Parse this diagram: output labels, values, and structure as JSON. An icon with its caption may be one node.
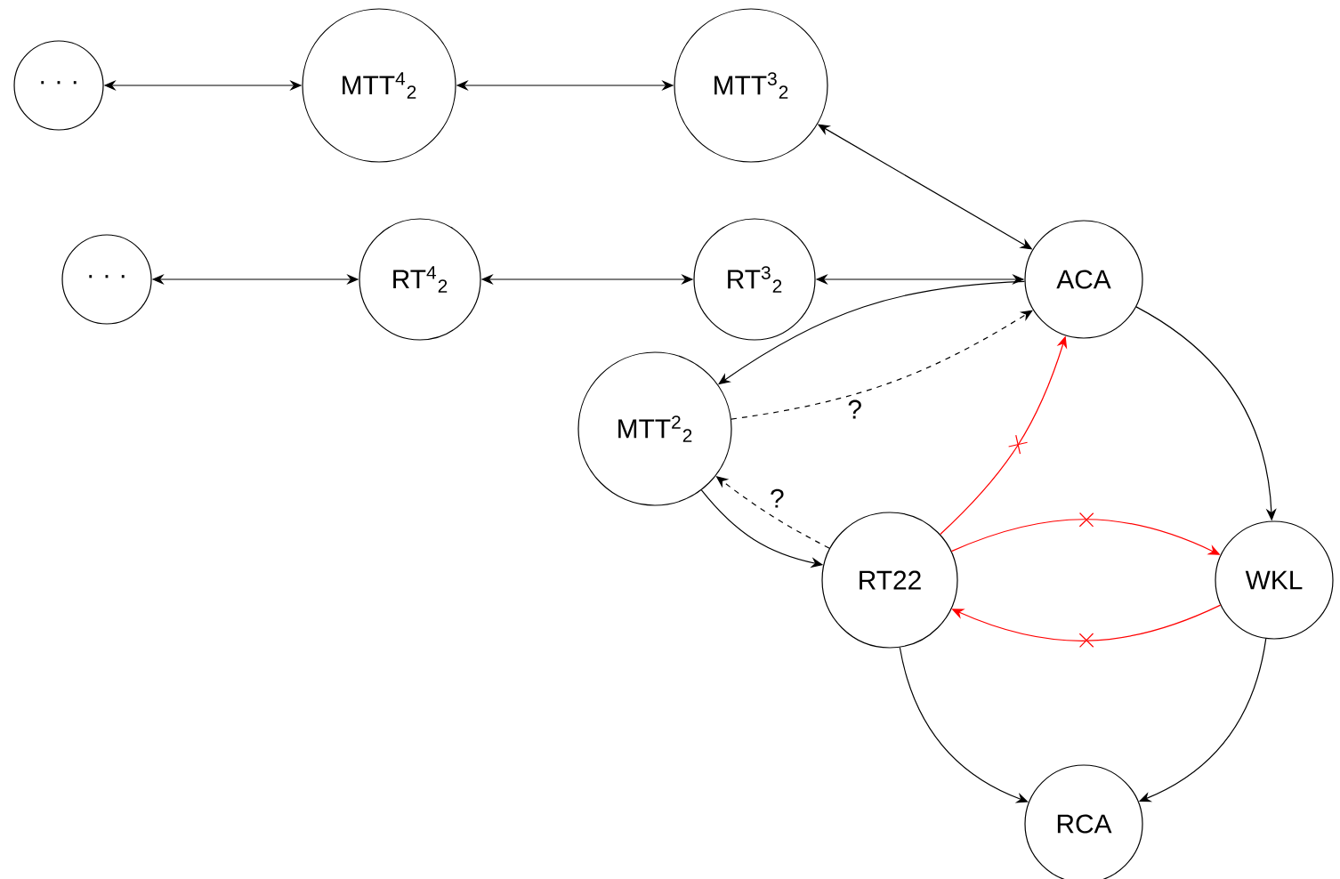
{
  "diagram": {
    "nodes": [
      {
        "text": [
          "· · ·"
        ]
      },
      {
        "text": [
          "MTT$^{4}$$_{2}$"
        ]
      },
      {
        "text": [
          "MTT$^{3}$$_{2}$"
        ]
      },
      {
        "text": [
          "· · ·"
        ]
      },
      {
        "text": [
          "RT$^{4}$$_{2}$"
        ]
      },
      {
        "text": [
          "RT$^{3}$$_{2}$"
        ]
      },
      {
        "text": [
          "ACA"
        ]
      },
      {
        "text": [
          "MTT$^{2}$$_{2}$"
        ]
      },
      {
        "text": [
          "RT22"
        ]
      },
      {
        "text": [
          "WKL"
        ]
      },
      {
        "text": [
          "RCA"
        ]
      }
    ],
    "edges": [
      {
        "from": 0,
        "to": 1,
        "arrow": "both"
      },
      {
        "from": 1,
        "to": 2,
        "arrow": "both"
      },
      {
        "from": 6,
        "to": 2,
        "arrow": "both"
      },
      {
        "from": 3,
        "to": 4,
        "arrow": "both"
      },
      {
        "from": 4,
        "to": 5,
        "arrow": "both"
      },
      {
        "from": 5,
        "to": 6,
        "arrow": "both"
      },
      {
        "from": 6,
        "to": 7,
        "arrow": "to"
      },
      {
        "from": 7,
        "to": 6,
        "arrow": "to",
        "style": "dashed",
        "label": "?"
      },
      {
        "from": 8,
        "to": 7,
        "arrow": "to",
        "style": "dashed",
        "label": "?"
      },
      {
        "from": 7,
        "to": 8,
        "arrow": "to"
      },
      {
        "from": 8,
        "to": 6,
        "arrow": "to",
        "color": "#ff0000"
      },
      {
        "from": 8,
        "to": 9,
        "arrow": "to",
        "color": "#ff0000"
      },
      {
        "from": 9,
        "to": 8,
        "arrow": "to",
        "color": "#ff0000"
      },
      {
        "from": 6,
        "to": 9,
        "arrow": "to"
      },
      {
        "from": 8,
        "to": 10,
        "arrow": "to"
      },
      {
        "from": 9,
        "to": 10,
        "arrow": "to"
      }
    ]
  }
}
